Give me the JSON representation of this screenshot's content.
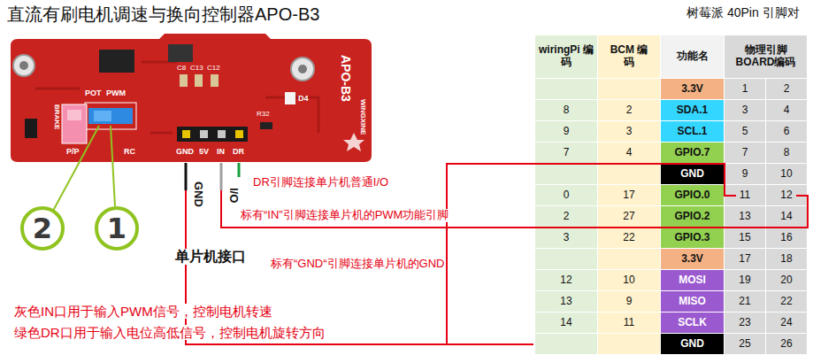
{
  "diagram": {
    "title": "直流有刷电机调速与换向控制器APO-B3",
    "nodes": [
      {
        "text": [
          "2"
        ]
      },
      {
        "text": [
          "1"
        ]
      }
    ],
    "labels": [
      "POT",
      "PWM",
      "BRAKE",
      "P/P",
      "RC",
      "C8",
      "C13",
      "C12",
      "D4",
      "R32",
      "GND",
      "5V",
      "IN",
      "DR",
      "APO-B3",
      "WINGXINE",
      "GND",
      "I/O",
      "单片机接口",
      "DR引脚连接单片机普通I/O",
      "标有“IN”引脚连接单片机的PWM功能引脚",
      "标有“GND“引脚连接单片机的GND",
      "灰色IN口用于输入PWM信号，控制电机转速",
      "绿色DR口用于输入电位高低信号，控制电机旋转方向",
      "树莓派 40Pin 引脚对",
      "wiringPi 编码",
      "BCM 编码",
      "功能名",
      "物理引脚 BOARD编码",
      "3.3V",
      "1",
      "2",
      "8",
      "2",
      "SDA.1",
      "3",
      "4",
      "9",
      "3",
      "SCL.1",
      "5",
      "6",
      "7",
      "4",
      "GPIO.7",
      "7",
      "8",
      "GND",
      "9",
      "10",
      "0",
      "17",
      "GPIO.0",
      "11",
      "12",
      "2",
      "27",
      "GPIO.2",
      "13",
      "14",
      "3",
      "22",
      "GPIO.3",
      "15",
      "16",
      "3.3V",
      "17",
      "18",
      "12",
      "10",
      "MOSI",
      "19",
      "20",
      "13",
      "9",
      "MISO",
      "21",
      "22",
      "14",
      "11",
      "SCLK",
      "23",
      "24",
      "GND",
      "25",
      "26"
    ]
  }
}
